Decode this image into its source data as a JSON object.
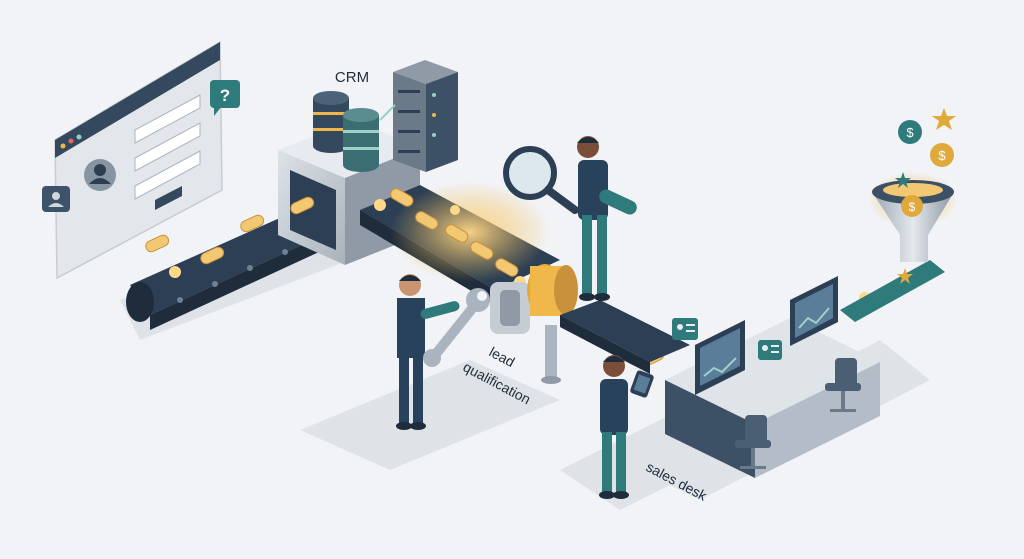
{
  "labels": {
    "crm": "CRM",
    "lead_line1": "lead",
    "lead_line2": "qualification",
    "sales": "sales desk"
  },
  "icons": [
    "web-form-icon",
    "question-bubble-icon",
    "user-card-icon",
    "database-icon",
    "server-rack-icon",
    "magnifier-icon",
    "wrench-icon",
    "tablet-icon",
    "monitor-icon",
    "office-chair-icon",
    "funnel-icon",
    "dollar-coin-icon",
    "star-icon"
  ],
  "colors": {
    "background": "#f1f3f6",
    "belt": "#2c3f55",
    "metal": "#b9c2cc",
    "lead_glow": "#f0b84a",
    "worker": "#27425a",
    "accent_teal": "#2f7a7a",
    "coin": "#e0a93b"
  }
}
